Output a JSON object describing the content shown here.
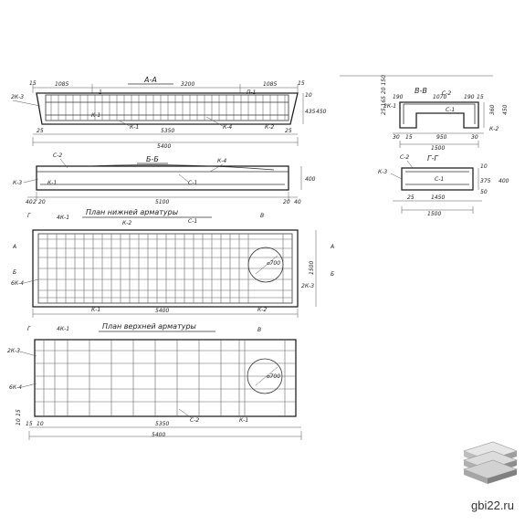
{
  "sections": {
    "aa": {
      "title": "А-А",
      "d_1085a": "1085",
      "d_3200": "3200",
      "d_1085b": "1085",
      "d_15a": "15",
      "d_15b": "15",
      "d_10": "10",
      "d_435": "435",
      "d_450": "450",
      "d_25a": "25",
      "d_25b": "25",
      "d_5350": "5350",
      "d_5400": "5400",
      "lbl_2k3": "2К-3",
      "lbl_k1a": "К-1",
      "lbl_k1b": "К-1",
      "lbl_k4": "К-4",
      "lbl_k2": "К-2",
      "lbl_p1": "П-1",
      "lbl_1": "1"
    },
    "bb": {
      "title": "Б-Б",
      "lbl_c2": "С-2",
      "lbl_k4": "К-4",
      "lbl_k3": "К-3",
      "lbl_k1": "К-1",
      "lbl_c1": "С-1",
      "d_400": "400",
      "d_40a": "40",
      "d_40b": "40",
      "d_20a": "20",
      "d_20b": "20",
      "d_5100": "5100",
      "d_2": "2"
    },
    "plan_low": {
      "title": "План нижней арматуры",
      "lbl_4k1": "4К-1",
      "lbl_k2": "К-2",
      "lbl_c1": "С-1",
      "lbl_6k4": "6К-4",
      "lbl_2k3": "2К-3",
      "lbl_k1": "К-1",
      "lbl_k2b": "К-2",
      "d_5400": "5400",
      "d_1500": "1500",
      "d_diam": "⌀700",
      "cut_g": "Г",
      "cut_v": "В",
      "cut_a1": "А",
      "cut_a2": "А",
      "cut_b1": "Б",
      "cut_b2": "Б"
    },
    "plan_up": {
      "title": "План верхней арматуры",
      "lbl_4k1": "4К-1",
      "lbl_2k3": "2К-3",
      "lbl_6k4": "6К-4",
      "lbl_c2": "С-2",
      "lbl_k1": "К-1",
      "d_5350": "5350",
      "d_5400": "5400",
      "d_diam": "⌀700",
      "d_15a": "15",
      "d_15b": "15",
      "d_10a": "10",
      "d_10b": "10",
      "cut_g": "Г",
      "cut_v": "В"
    },
    "vv": {
      "title": "В-В",
      "d_top": "25 165 20 150",
      "d_190a": "190",
      "d_190b": "190",
      "d_15": "15",
      "d_1070": "1070",
      "lbl_c2": "С-2",
      "lbl_2k1": "2К-1",
      "lbl_c1": "С-1",
      "lbl_k2": "К-2",
      "d_360": "360",
      "d_450": "450",
      "d_30a": "30",
      "d_30b": "30",
      "d_15b": "15",
      "d_950": "950",
      "d_1500": "1500"
    },
    "gg": {
      "title": "Г-Г",
      "lbl_c2": "С-2",
      "lbl_k3": "К-3",
      "lbl_c1": "С-1",
      "d_375": "375",
      "d_10": "10",
      "d_25": "25",
      "d_1450": "1450",
      "d_1500": "1500",
      "d_400": "400",
      "d_50": "50"
    }
  },
  "watermark": {
    "text": "gbi22.ru"
  }
}
